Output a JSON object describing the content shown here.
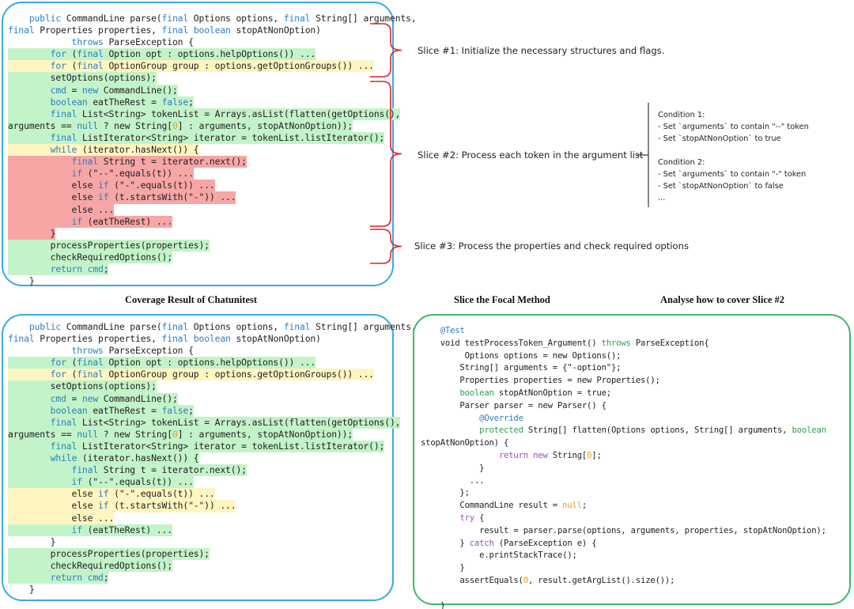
{
  "captions": {
    "coverage": "Coverage Result of Chatunitest",
    "slice": "Slice the Focal Method",
    "analyse": "Analyse how to cover Slice #2"
  },
  "slices": [
    {
      "label": "Slice #1: Initialize the necessary structures and flags."
    },
    {
      "label": "Slice #2: Process each token in the argument list"
    },
    {
      "label": "Slice #3: Process the properties and check required options"
    }
  ],
  "conditions": {
    "c1_title": "Condition 1:",
    "c1_a": "- Set `arguments` to contain \"--\" token",
    "c1_b": "- Set `stopAtNonOption` to true",
    "c2_title": "Condition 2:",
    "c2_a": "- Set `arguments` to contain \"-\" token",
    "c2_b": "- Set `stopAtNonOption` to false",
    "more": "..."
  },
  "colors": {
    "covered": "#c3f3c8",
    "partial": "#fff5c0",
    "uncovered": "#f7a5a5",
    "panel_border": "#3aa9df",
    "test_border": "#3cb86a",
    "brace": "#e0202a"
  },
  "focal_method": {
    "lines": [
      {
        "text": "    public CommandLine parse(final Options options, final String[] arguments,",
        "cov_top": "none",
        "cov_bottom": "none"
      },
      {
        "text": "final Properties properties, final boolean stopAtNonOption)",
        "cov_top": "none",
        "cov_bottom": "none"
      },
      {
        "text": "            throws ParseException {",
        "cov_top": "none",
        "cov_bottom": "none"
      },
      {
        "text": "        for (final Option opt : options.helpOptions()) ...",
        "cov_top": "covered",
        "cov_bottom": "covered"
      },
      {
        "text": "        for (final OptionGroup group : options.getOptionGroups()) ...",
        "cov_top": "partial",
        "cov_bottom": "partial"
      },
      {
        "text": "        setOptions(options);",
        "cov_top": "covered",
        "cov_bottom": "covered"
      },
      {
        "text": "        cmd = new CommandLine();",
        "cov_top": "covered",
        "cov_bottom": "covered"
      },
      {
        "text": "        boolean eatTheRest = false;",
        "cov_top": "covered",
        "cov_bottom": "covered"
      },
      {
        "text": "        final List<String> tokenList = Arrays.asList(flatten(getOptions(),",
        "cov_top": "covered",
        "cov_bottom": "covered"
      },
      {
        "text": "arguments == null ? new String[0] : arguments, stopAtNonOption));",
        "cov_top": "covered",
        "cov_bottom": "covered"
      },
      {
        "text": "        final ListIterator<String> iterator = tokenList.listIterator();",
        "cov_top": "covered",
        "cov_bottom": "covered"
      },
      {
        "text": "        while (iterator.hasNext()) {",
        "cov_top": "partial",
        "cov_bottom": "covered"
      },
      {
        "text": "            final String t = iterator.next();",
        "cov_top": "uncovered",
        "cov_bottom": "covered"
      },
      {
        "text": "            if (\"--\".equals(t)) ...",
        "cov_top": "uncovered",
        "cov_bottom": "covered"
      },
      {
        "text": "            else if (\"-\".equals(t)) ...",
        "cov_top": "uncovered",
        "cov_bottom": "partial"
      },
      {
        "text": "            else if (t.startsWith(\"-\")) ...",
        "cov_top": "uncovered",
        "cov_bottom": "partial"
      },
      {
        "text": "            else ...",
        "cov_top": "uncovered",
        "cov_bottom": "partial"
      },
      {
        "text": "            if (eatTheRest) ...",
        "cov_top": "uncovered",
        "cov_bottom": "covered"
      },
      {
        "text": "        }",
        "cov_top": "uncovered",
        "cov_bottom": "none"
      },
      {
        "text": "        processProperties(properties);",
        "cov_top": "covered",
        "cov_bottom": "covered"
      },
      {
        "text": "        checkRequiredOptions();",
        "cov_top": "covered",
        "cov_bottom": "covered"
      },
      {
        "text": "        return cmd;",
        "cov_top": "covered",
        "cov_bottom": "covered"
      },
      {
        "text": "    }",
        "cov_top": "none",
        "cov_bottom": "none"
      }
    ]
  },
  "test_method": {
    "lines": [
      "    @Test",
      "    void testProcessToken_Argument() throws ParseException{",
      "         Options options = new Options();",
      "        String[] arguments = {\"-option\"};",
      "        Properties properties = new Properties();",
      "        boolean stopAtNonOption = true;",
      "        Parser parser = new Parser() {",
      "            @Override",
      "            protected String[] flatten(Options options, String[] arguments, boolean",
      "stopAtNonOption) {",
      "                return new String[0];",
      "            }",
      "          ...",
      "        };",
      "        CommandLine result = null;",
      "        try {",
      "            result = parser.parse(options, arguments, properties, stopAtNonOption);",
      "        } catch (ParseException e) {",
      "            e.printStackTrace();",
      "        }",
      "        assertEquals(0, result.getArgList().size());",
      "",
      "    }"
    ]
  }
}
